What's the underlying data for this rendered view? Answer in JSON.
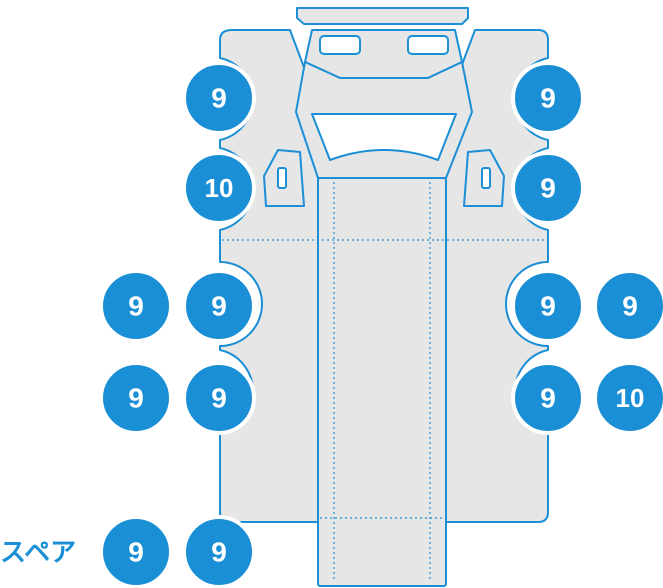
{
  "colors": {
    "tire_fill": "#1a8fd6",
    "tire_ring": "#ffffff",
    "outline": "#1a8fd6",
    "body_fill": "#e6e6e6",
    "label_text": "#ffffff"
  },
  "spare_label": "スペア",
  "tires": {
    "front_left": "9",
    "front_right": "9",
    "second_left": "10",
    "second_right": "9",
    "third_left_outer": "9",
    "third_left_inner": "9",
    "third_right_inner": "9",
    "third_right_outer": "9",
    "fourth_left_outer": "9",
    "fourth_left_inner": "9",
    "fourth_right_inner": "9",
    "fourth_right_outer": "10",
    "spare_1": "9",
    "spare_2": "9"
  }
}
